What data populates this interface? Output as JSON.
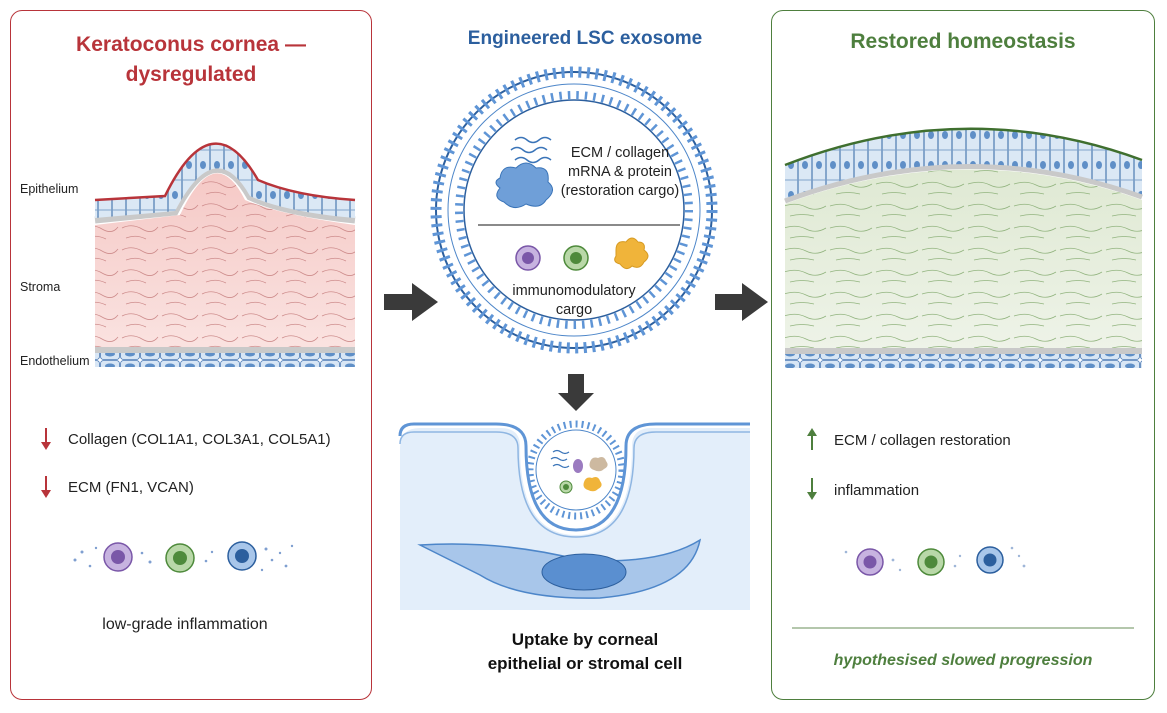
{
  "left_panel": {
    "title_line1": "Keratoconus cornea —",
    "title_line2": "dysregulated",
    "labels": {
      "epithelium": "Epithelium",
      "stroma": "Stroma",
      "endothelium": "Endothelium"
    },
    "items": [
      {
        "direction": "down",
        "text": "Collagen (COL1A1, COL3A1, COL5A1)"
      },
      {
        "direction": "down",
        "text": "ECM (FN1, VCAN)"
      }
    ],
    "caption": "low-grade inflammation"
  },
  "center_panel": {
    "title": "Engineered LSC exosome",
    "cargo_top_line1": "ECM / collagen",
    "cargo_top_line2": "mRNA & protein",
    "cargo_top_line3": "(restoration cargo)",
    "cargo_bottom_line1": "immunomodulatory",
    "cargo_bottom_line2": "cargo",
    "caption_line1": "Uptake by corneal",
    "caption_line2": "epithelial or stromal cell"
  },
  "right_panel": {
    "title": "Restored homeostasis",
    "items": [
      {
        "direction": "up",
        "text": "ECM / collagen restoration"
      },
      {
        "direction": "down",
        "text": "inflammation"
      }
    ],
    "footer": "hypothesised slowed progression"
  },
  "colors": {
    "left_accent": "#b8343a",
    "center_accent": "#2c5f9e",
    "right_accent": "#4e7f3e",
    "cell_purple": "#9b7bc0",
    "cell_green": "#6aa35a",
    "cell_blue": "#4d86c9",
    "cargo_orange": "#f0b43a"
  }
}
